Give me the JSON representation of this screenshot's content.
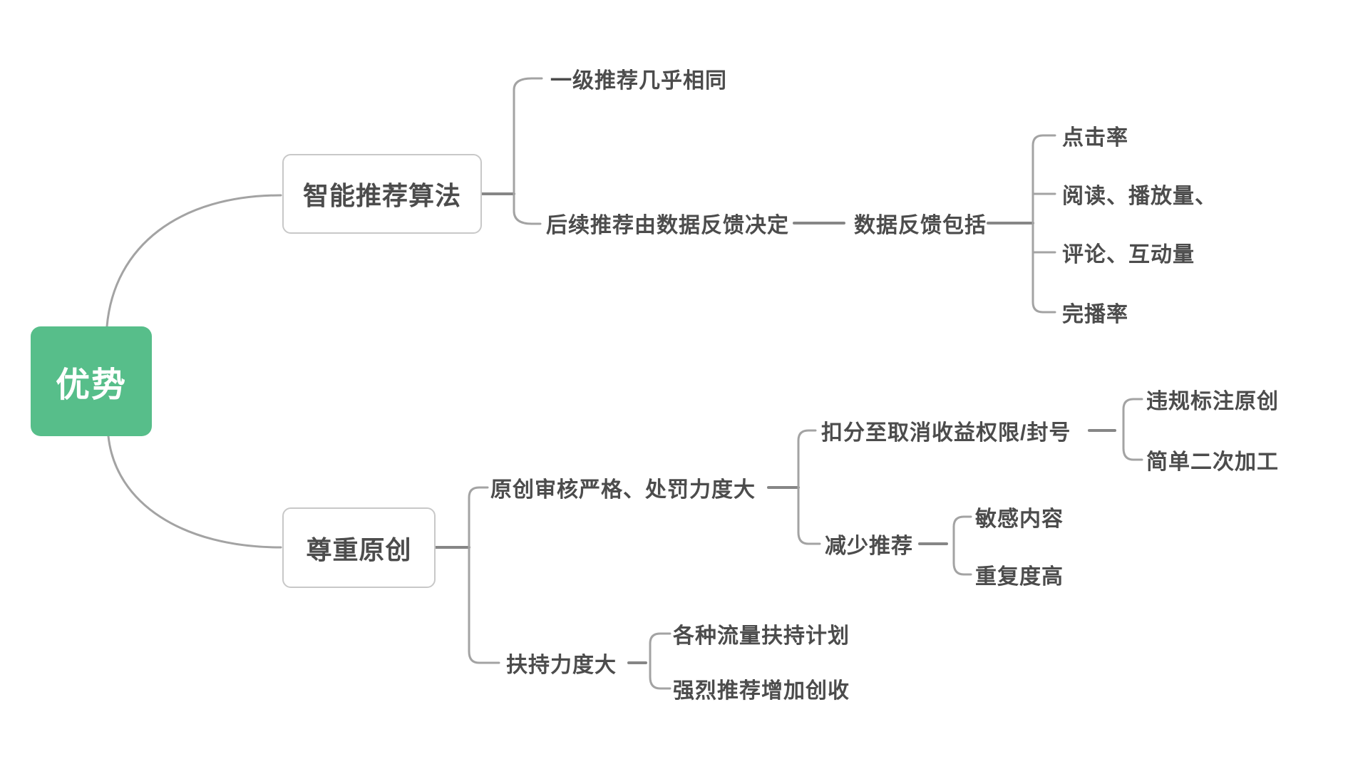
{
  "colors": {
    "root_bg": "#57be8a",
    "root_text": "#ffffff",
    "node_text": "#4c4c4c",
    "box_border": "#c8c8c8",
    "line": "#a3a3a3",
    "stub": "#868686"
  },
  "mindmap": {
    "root": {
      "label": "优势"
    },
    "branches": [
      {
        "label": "智能推荐算法",
        "children": [
          {
            "label": "一级推荐几乎相同"
          },
          {
            "label": "后续推荐由数据反馈决定",
            "children": [
              {
                "label": "数据反馈包括",
                "children": [
                  {
                    "label": "点击率"
                  },
                  {
                    "label": "阅读、播放量、"
                  },
                  {
                    "label": "评论、互动量"
                  },
                  {
                    "label": "完播率"
                  }
                ]
              }
            ]
          }
        ]
      },
      {
        "label": "尊重原创",
        "children": [
          {
            "label": "原创审核严格、处罚力度大",
            "children": [
              {
                "label": "扣分至取消收益权限/封号",
                "children": [
                  {
                    "label": "违规标注原创"
                  },
                  {
                    "label": "简单二次加工"
                  }
                ]
              },
              {
                "label": "减少推荐",
                "children": [
                  {
                    "label": "敏感内容"
                  },
                  {
                    "label": "重复度高"
                  }
                ]
              }
            ]
          },
          {
            "label": "扶持力度大",
            "children": [
              {
                "label": "各种流量扶持计划"
              },
              {
                "label": "强烈推荐增加创收"
              }
            ]
          }
        ]
      }
    ]
  }
}
